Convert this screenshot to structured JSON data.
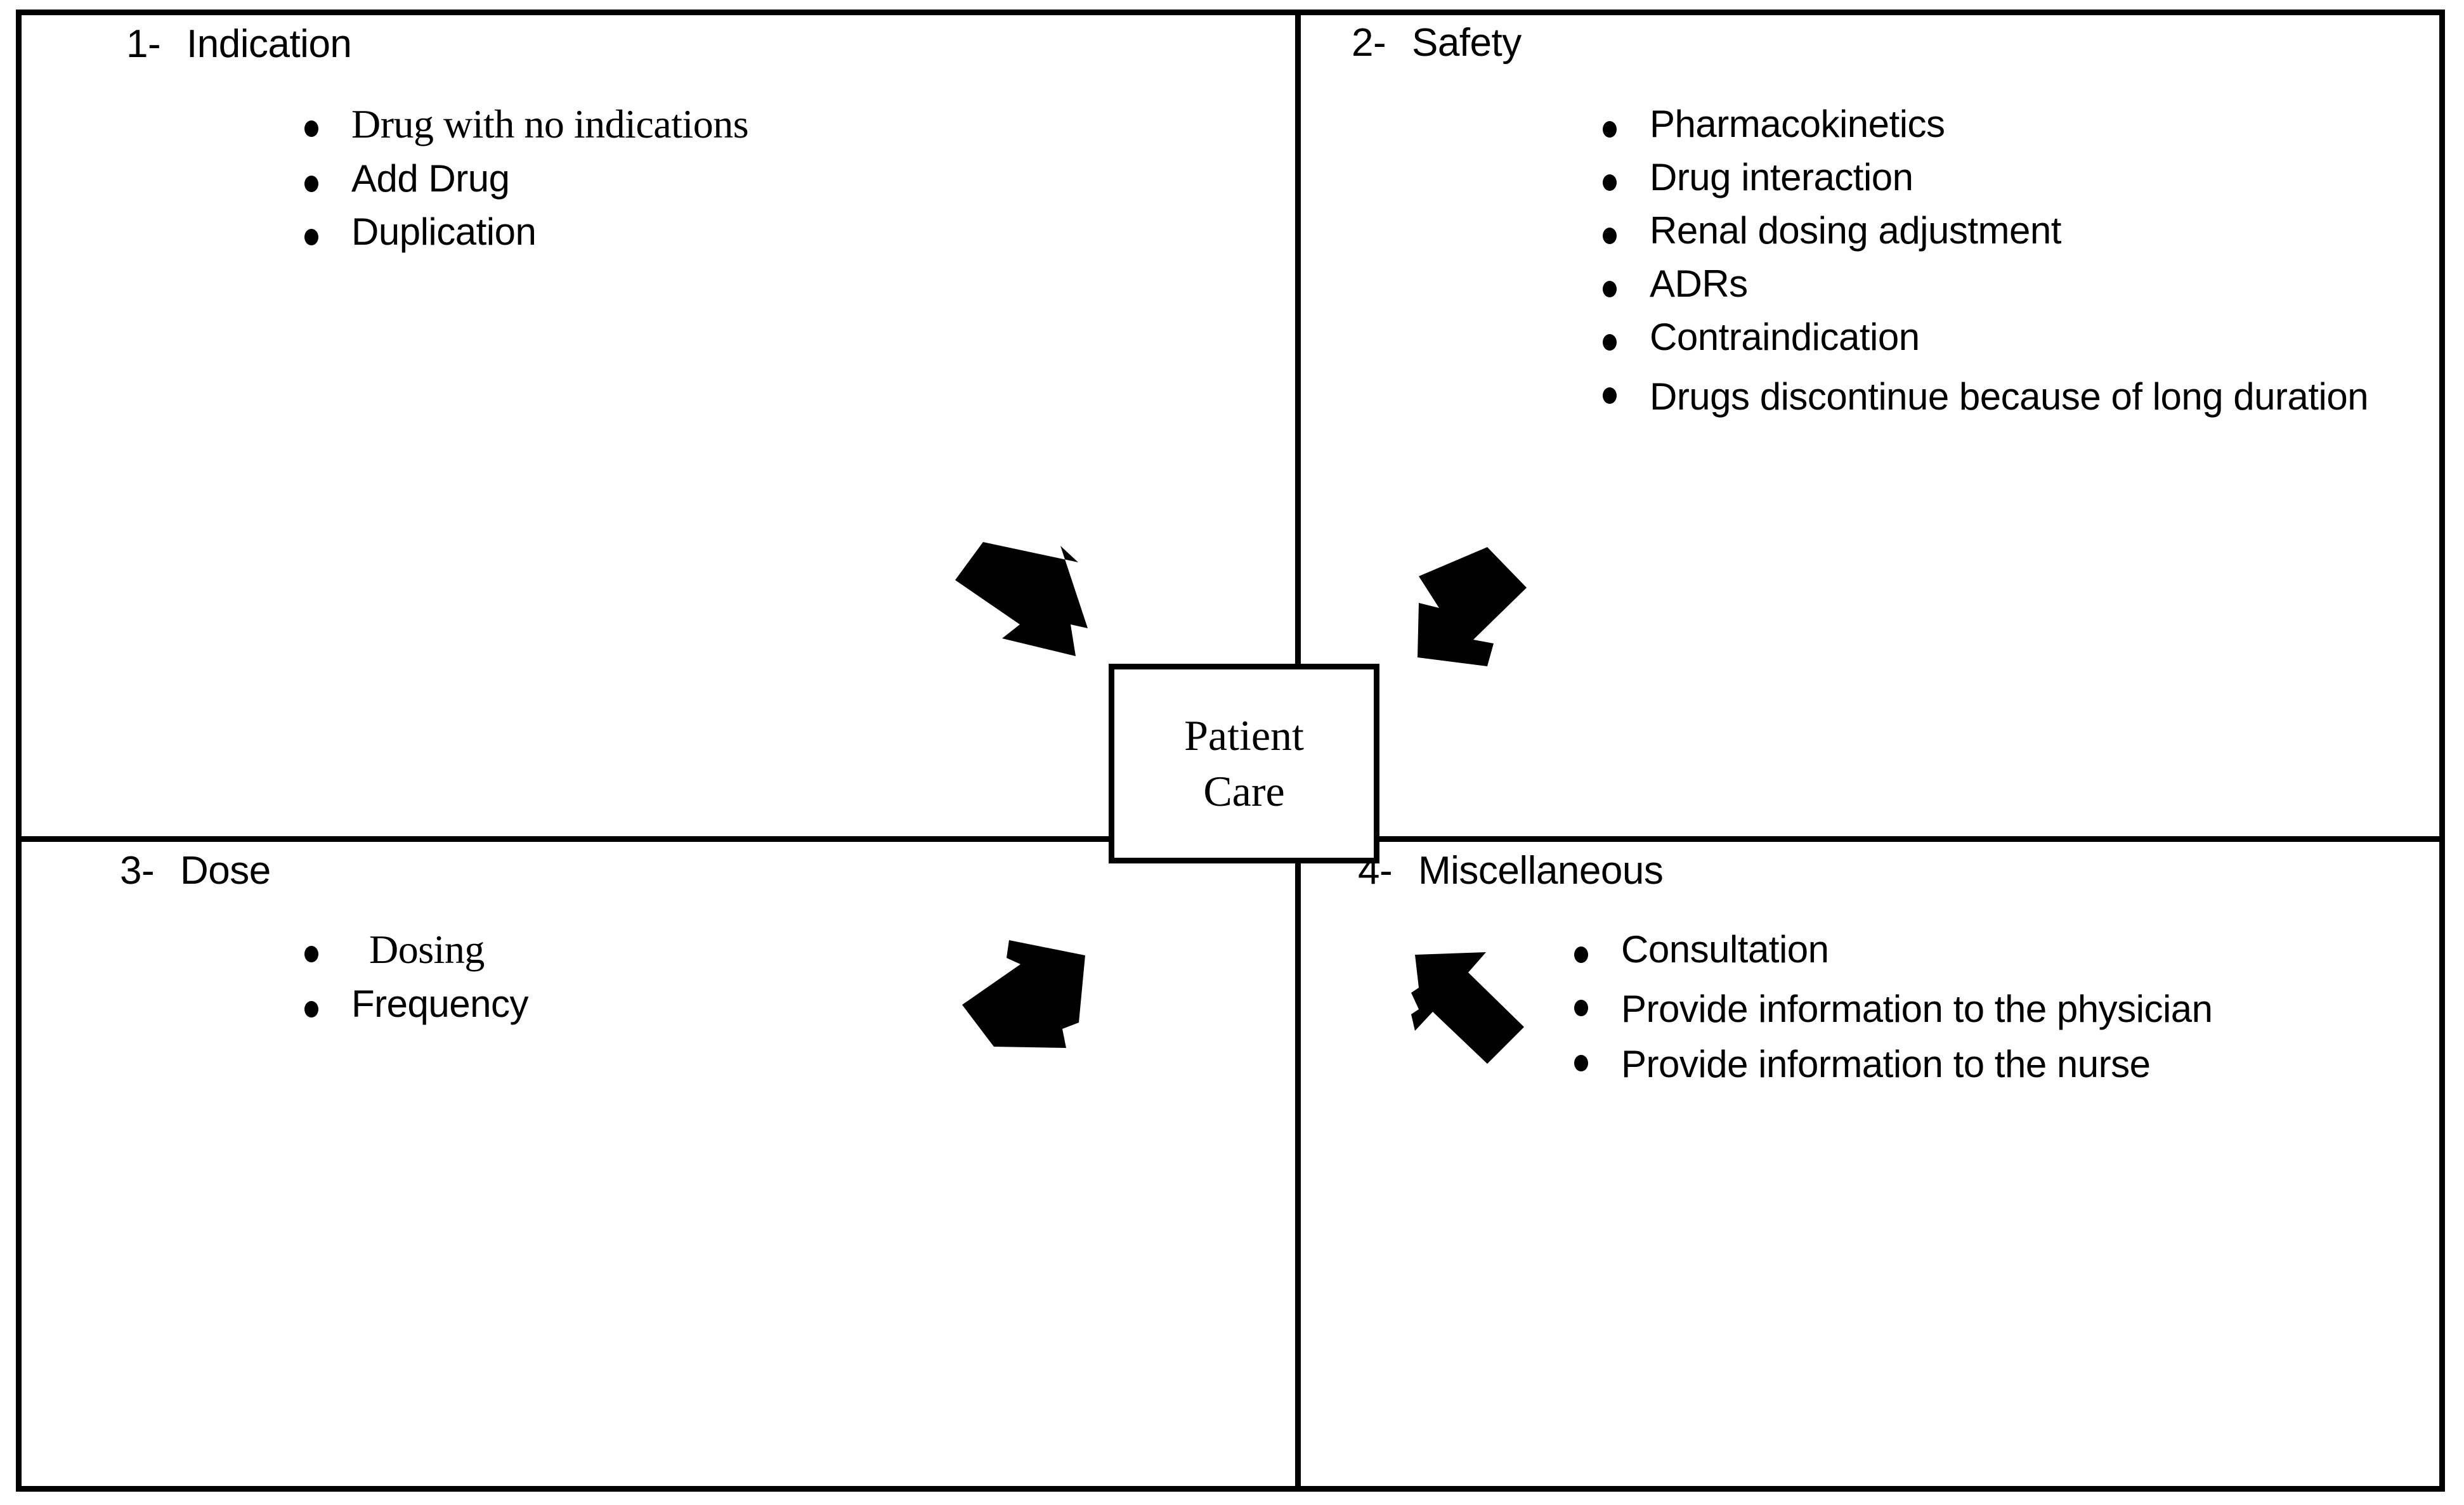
{
  "diagram": {
    "title_center": {
      "lines": [
        "Patient",
        "Care"
      ]
    },
    "quadrants": [
      {
        "number": "1-",
        "title": "Indication",
        "items": [
          {
            "text": "Drug with no indications",
            "style": "serif"
          },
          {
            "text": "Add Drug",
            "style": "sans"
          },
          {
            "text": "Duplication",
            "style": "sans"
          }
        ]
      },
      {
        "number": "2-",
        "title": "Safety",
        "items": [
          {
            "text": "Pharmacokinetics",
            "style": "sans"
          },
          {
            "text": "Drug interaction",
            "style": "sans"
          },
          {
            "text": "Renal dosing adjustment",
            "style": "sans"
          },
          {
            "text": "ADRs",
            "style": "sans"
          },
          {
            "text": "Contraindication",
            "style": "sans"
          },
          {
            "text": "Drugs discontinue because of long duration",
            "style": "sans"
          }
        ]
      },
      {
        "number": "3-",
        "title": "Dose",
        "items": [
          {
            "text": "Dosing",
            "style": "serif"
          },
          {
            "text": "Frequency",
            "style": "sans"
          }
        ]
      },
      {
        "number": "4-",
        "title": "Miscellaneous",
        "items": [
          {
            "text": "Consultation",
            "style": "sans"
          },
          {
            "text": "Provide information to the physician",
            "style": "sans"
          },
          {
            "text": "Provide information to the nurse",
            "style": "sans"
          }
        ]
      }
    ],
    "arrows": [
      {
        "name": "arrow-top-left",
        "direction": "down-right",
        "points_to": "center"
      },
      {
        "name": "arrow-top-right",
        "direction": "down-left",
        "points_to": "center"
      },
      {
        "name": "arrow-bottom-left",
        "direction": "up-right",
        "points_to": "center"
      },
      {
        "name": "arrow-bottom-right",
        "direction": "up-left",
        "points_to": "center"
      }
    ],
    "colors": {
      "ink": "#000000",
      "background": "#ffffff"
    }
  }
}
